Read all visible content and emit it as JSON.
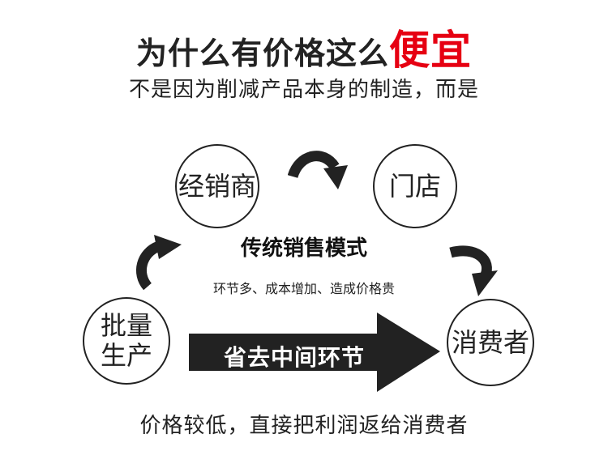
{
  "title": {
    "prefix": "为什么有价格这么",
    "highlight": "便宜",
    "highlight_color": "#e60012"
  },
  "subtitle": "不是因为削减产品本身的制造，而是",
  "cycle": {
    "distributor": "经销商",
    "store": "门店",
    "mass_production": "批量生产",
    "consumer": "消费者",
    "mode_title": "传统销售模式",
    "mode_description": "环节多、成本增加、造成价格贵"
  },
  "direct_arrow": {
    "label": "省去中间环节"
  },
  "bottom_text": "价格较低，直接把利润返给消费者",
  "icons": [
    "curved-arrow-icon",
    "big-right-arrow-icon"
  ]
}
